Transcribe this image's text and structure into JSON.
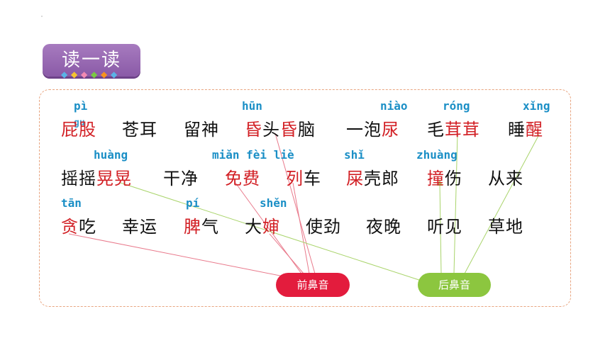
{
  "title": "读一读",
  "pinyin": {
    "pi": "pì",
    "gu": "gu",
    "hun": "hūn",
    "niao": "niào",
    "rong": "róng",
    "xing": "xǐng",
    "huang": "huàng",
    "mian_fei_lie": "miǎn fèi liè",
    "shi": "shǐ",
    "zhuang": "zhuàng",
    "tan": "tān",
    "pi2": "pí",
    "shen": "shěn"
  },
  "words": {
    "r1": [
      "屁股",
      "苍耳",
      "留神",
      "昏头昏脑",
      "一泡尿",
      "毛茸茸",
      "睡醒"
    ],
    "r2": [
      "摇摇晃晃",
      "干净",
      "免费",
      "列车",
      "屎壳郎",
      "撞伤",
      "从来"
    ],
    "r3": [
      "贪吃",
      "幸运",
      "脾气",
      "大婶",
      "使劲",
      "夜晚",
      "听见",
      "草地"
    ]
  },
  "labels": {
    "front": "前鼻音",
    "back": "后鼻音"
  },
  "colors": {
    "accent_red": "#d21f24",
    "pinyin_blue": "#1b8fc6",
    "front_pill": "#e31c3d",
    "back_pill": "#8cc63f",
    "badge_purple": "#8a5aa7"
  }
}
